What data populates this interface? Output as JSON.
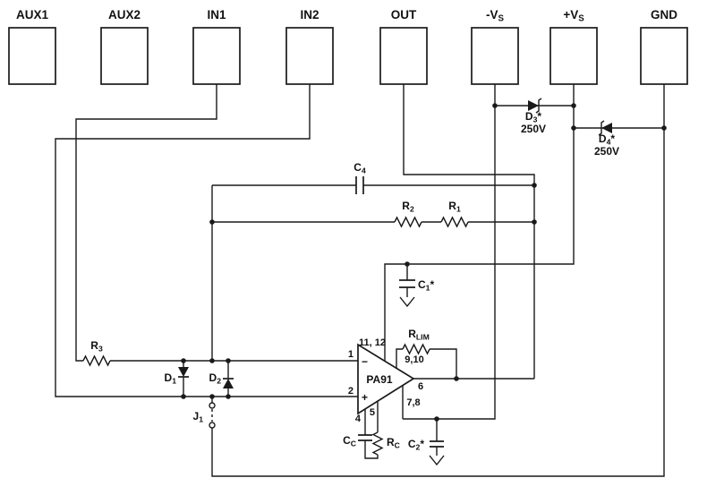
{
  "terminals": [
    {
      "main": "AUX1"
    },
    {
      "main": "AUX2"
    },
    {
      "main": "IN1"
    },
    {
      "main": "IN2"
    },
    {
      "main": "OUT"
    },
    {
      "main": "-V",
      "sub": "S"
    },
    {
      "main": "+V",
      "sub": "S"
    },
    {
      "main": "GND"
    }
  ],
  "opamp": {
    "name": "PA91",
    "minus": "−",
    "plus": "+",
    "pins": {
      "inv": "1",
      "noninv": "2",
      "out": "6",
      "vplus": "11, 12",
      "ilim": "9,10",
      "vminus": "7,8",
      "comp1": "4",
      "comp2": "5"
    }
  },
  "components": {
    "r1": {
      "main": "R",
      "sub": "1"
    },
    "r2": {
      "main": "R",
      "sub": "2"
    },
    "r3": {
      "main": "R",
      "sub": "3"
    },
    "c1": {
      "main": "C",
      "sub": "1",
      "suffix": "*"
    },
    "c2": {
      "main": "C",
      "sub": "2",
      "suffix": "*"
    },
    "c4": {
      "main": "C",
      "sub": "4"
    },
    "cc": {
      "main": "C",
      "sub": "C"
    },
    "rc": {
      "main": "R",
      "sub": "C"
    },
    "rlim": {
      "main": "R",
      "sub": "LIM"
    },
    "d1": {
      "main": "D",
      "sub": "1"
    },
    "d2": {
      "main": "D",
      "sub": "2"
    },
    "d3": {
      "main": "D",
      "sub": "3",
      "suffix": "*",
      "voltage": "250V"
    },
    "d4": {
      "main": "D",
      "sub": "4",
      "suffix": "*",
      "voltage": "250V"
    },
    "j1": {
      "main": "J",
      "sub": "1"
    }
  }
}
